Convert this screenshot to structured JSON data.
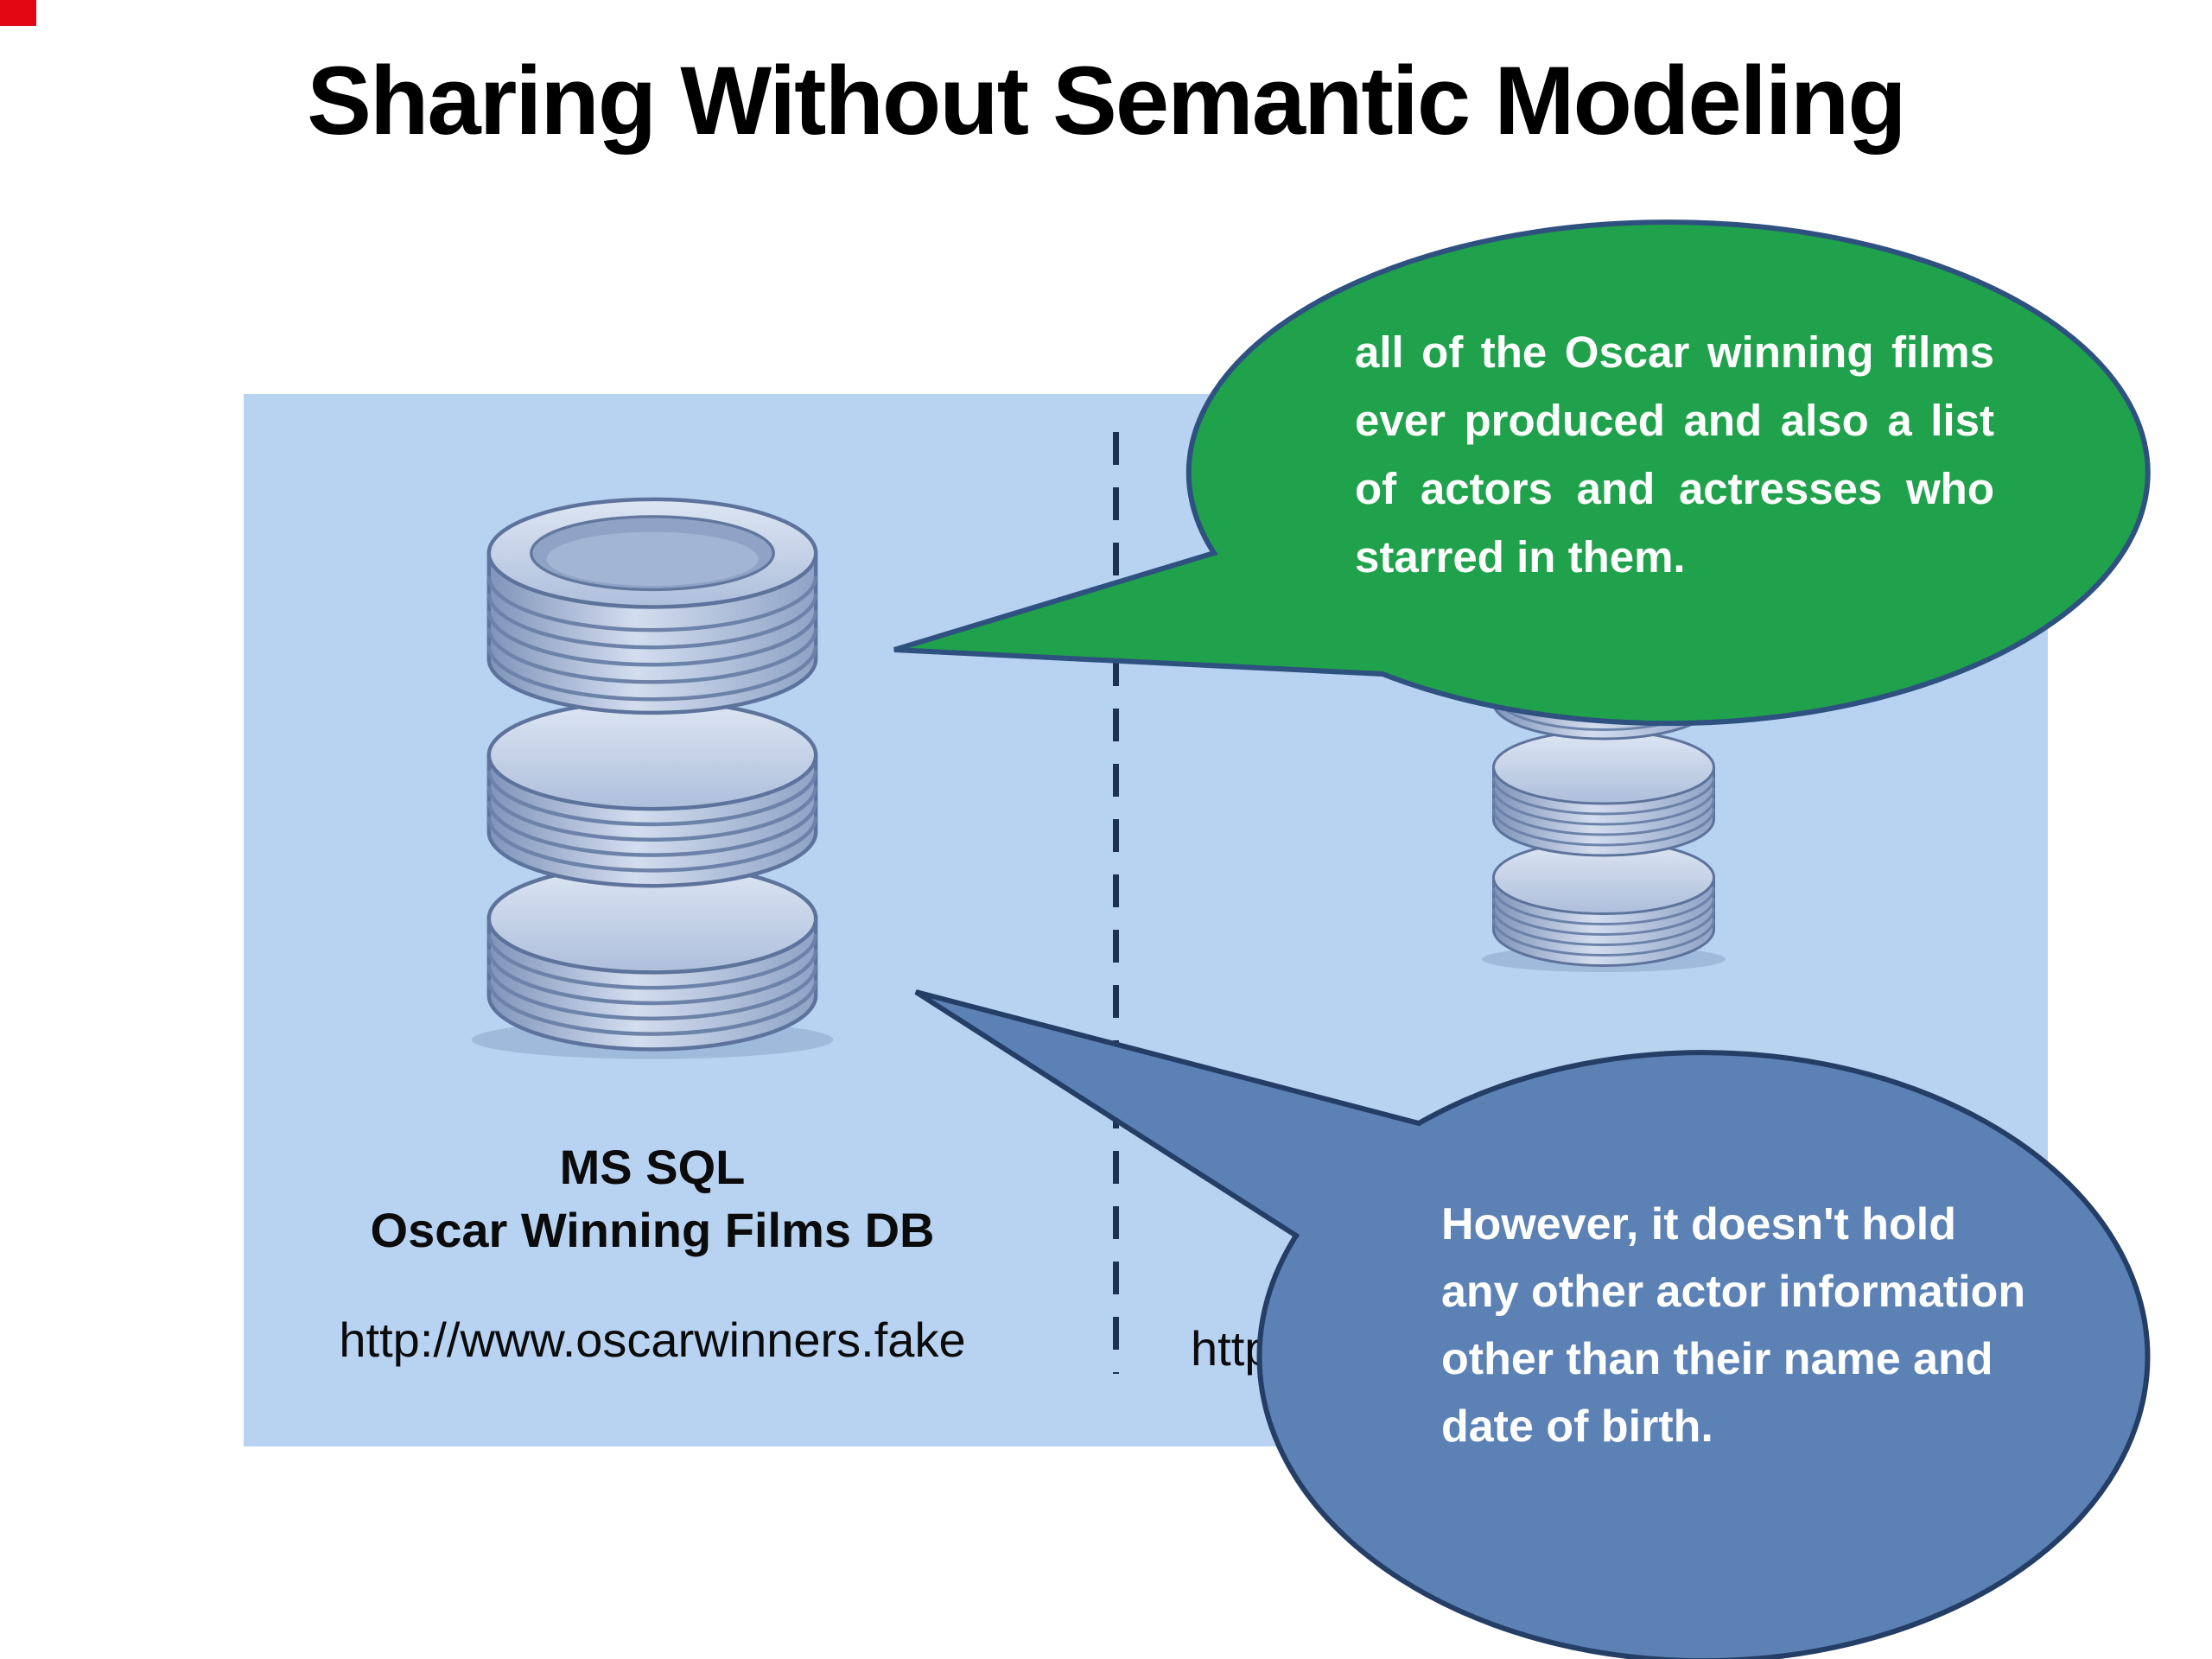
{
  "slide": {
    "title": "Sharing Without Semantic Modeling"
  },
  "panel": {
    "background": "#b8d2f2"
  },
  "divider": {
    "style": "dashed",
    "color": "#1c3154"
  },
  "left_database": {
    "icon": "database-cylinder-icon",
    "name": "MS SQL",
    "description": "Oscar Winning Films DB",
    "url": "http://www.oscarwinners.fake"
  },
  "right_database": {
    "icon": "database-cylinder-icon",
    "url_partial": "http"
  },
  "green_bubble": {
    "text": "all of the Oscar winning films ever produced and also a list of actors and actresses who starred in them.",
    "fill": "#1fa24b",
    "border": "#2f5180",
    "text_color": "#ffffff"
  },
  "blue_bubble": {
    "text": "However, it doesn't hold any other actor information other than their name and date of birth.",
    "fill": "#5b81b5",
    "border": "#243e66",
    "text_color": "#ffffff"
  },
  "corner_marker": {
    "color": "#e30613"
  }
}
